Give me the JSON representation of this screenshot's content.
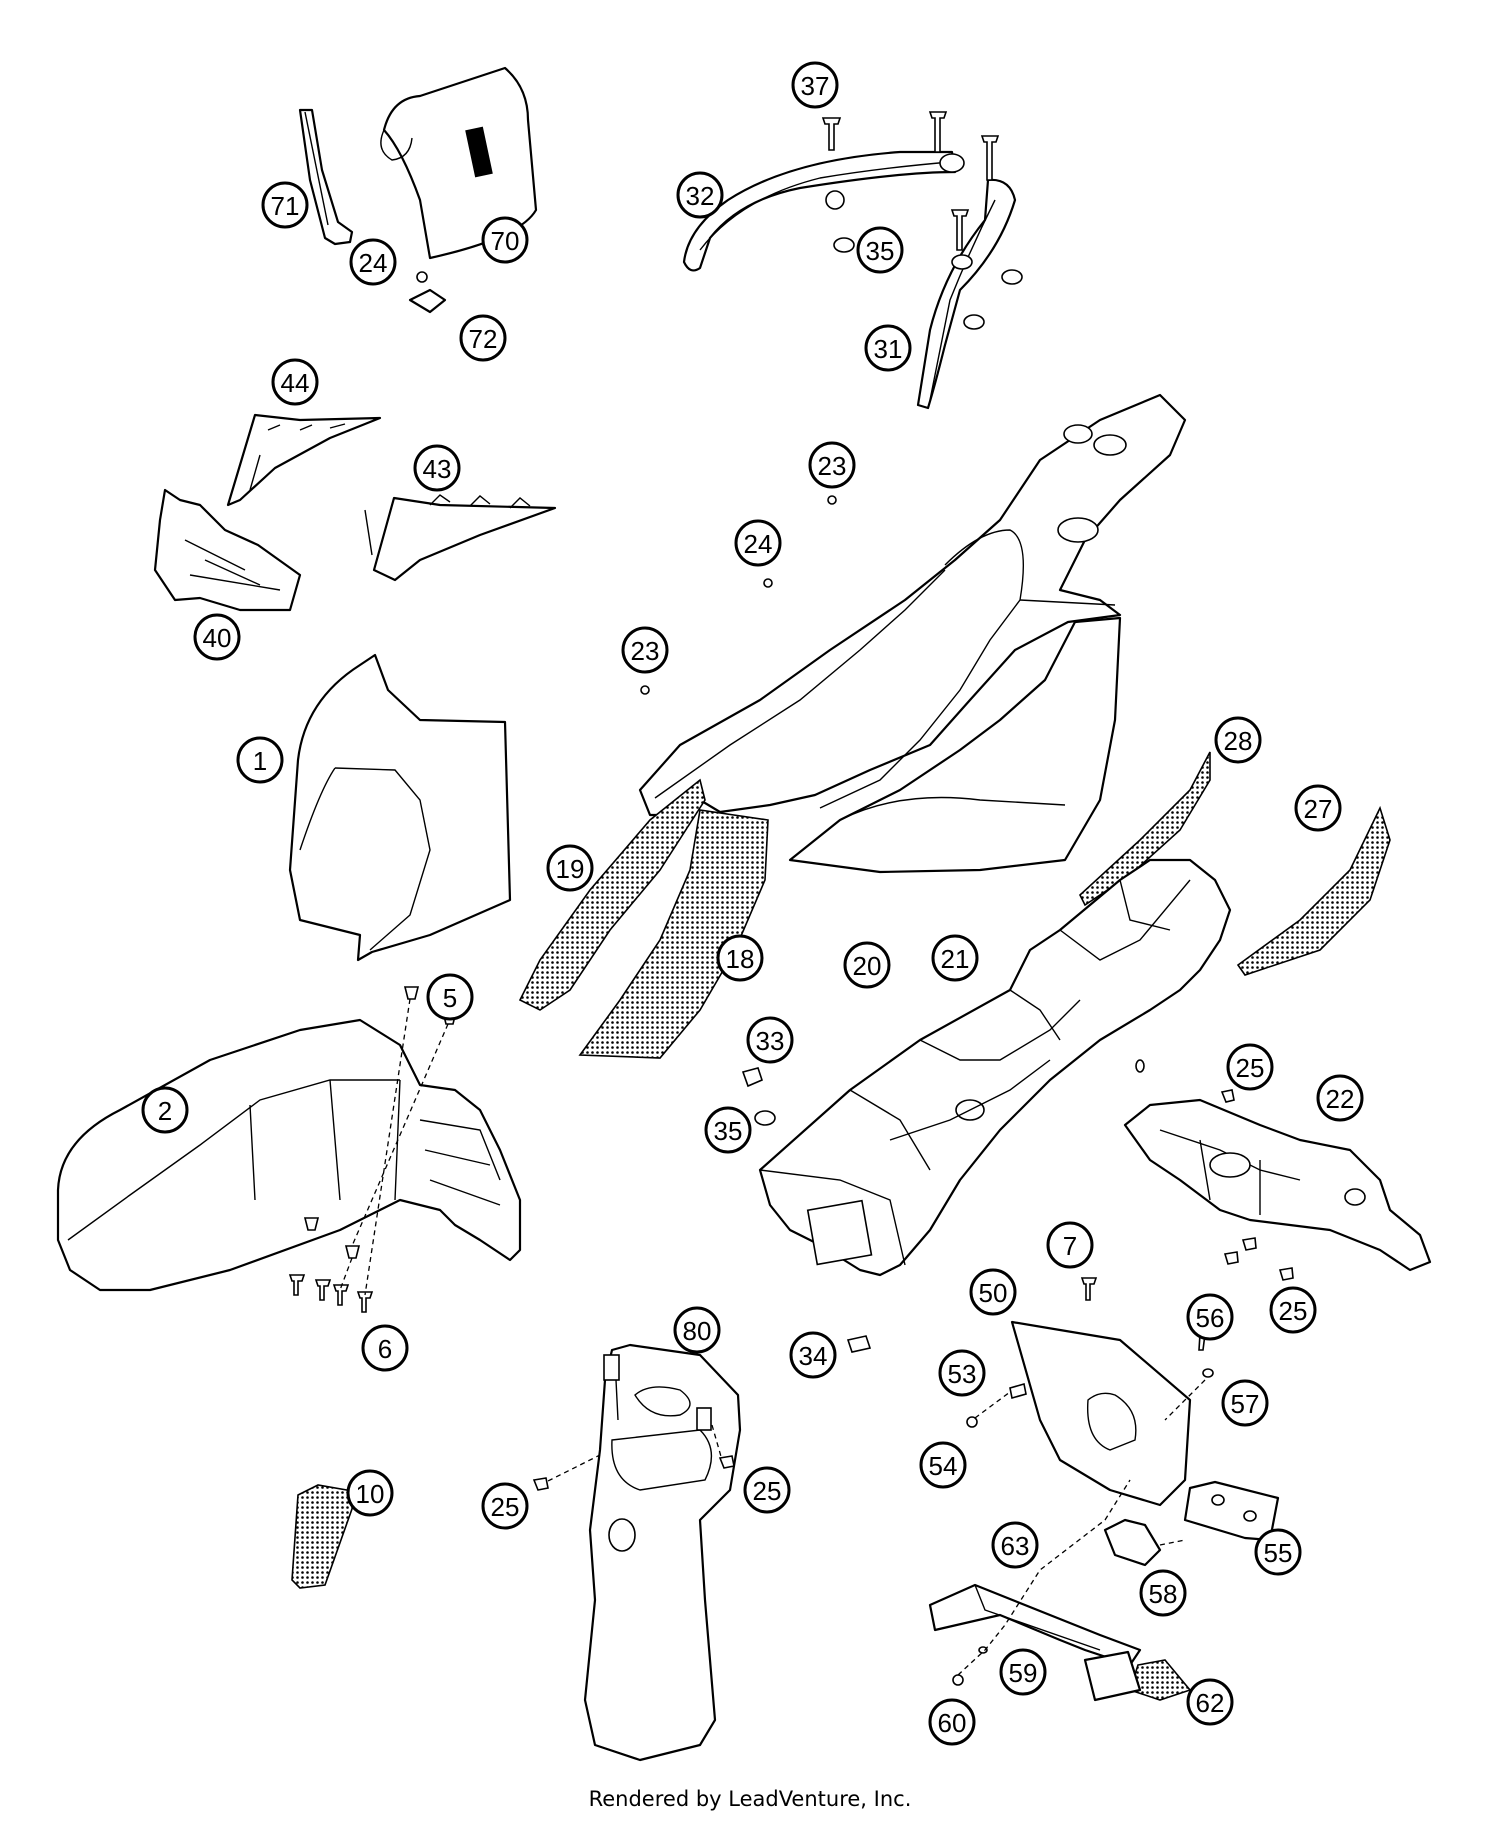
{
  "footer_text": "Rendered by LeadVenture, Inc.",
  "callouts": [
    {
      "label": "37"
    },
    {
      "label": "32"
    },
    {
      "label": "35"
    },
    {
      "label": "31"
    },
    {
      "label": "71"
    },
    {
      "label": "70"
    },
    {
      "label": "24"
    },
    {
      "label": "72"
    },
    {
      "label": "44"
    },
    {
      "label": "43"
    },
    {
      "label": "40"
    },
    {
      "label": "23"
    },
    {
      "label": "24"
    },
    {
      "label": "23"
    },
    {
      "label": "1"
    },
    {
      "label": "28"
    },
    {
      "label": "27"
    },
    {
      "label": "19"
    },
    {
      "label": "20"
    },
    {
      "label": "18"
    },
    {
      "label": "21"
    },
    {
      "label": "5"
    },
    {
      "label": "33"
    },
    {
      "label": "2"
    },
    {
      "label": "35"
    },
    {
      "label": "25"
    },
    {
      "label": "22"
    },
    {
      "label": "7"
    },
    {
      "label": "50"
    },
    {
      "label": "56"
    },
    {
      "label": "25"
    },
    {
      "label": "6"
    },
    {
      "label": "80"
    },
    {
      "label": "34"
    },
    {
      "label": "53"
    },
    {
      "label": "57"
    },
    {
      "label": "54"
    },
    {
      "label": "10"
    },
    {
      "label": "25"
    },
    {
      "label": "25"
    },
    {
      "label": "55"
    },
    {
      "label": "63"
    },
    {
      "label": "58"
    },
    {
      "label": "59"
    },
    {
      "label": "62"
    },
    {
      "label": "60"
    }
  ]
}
